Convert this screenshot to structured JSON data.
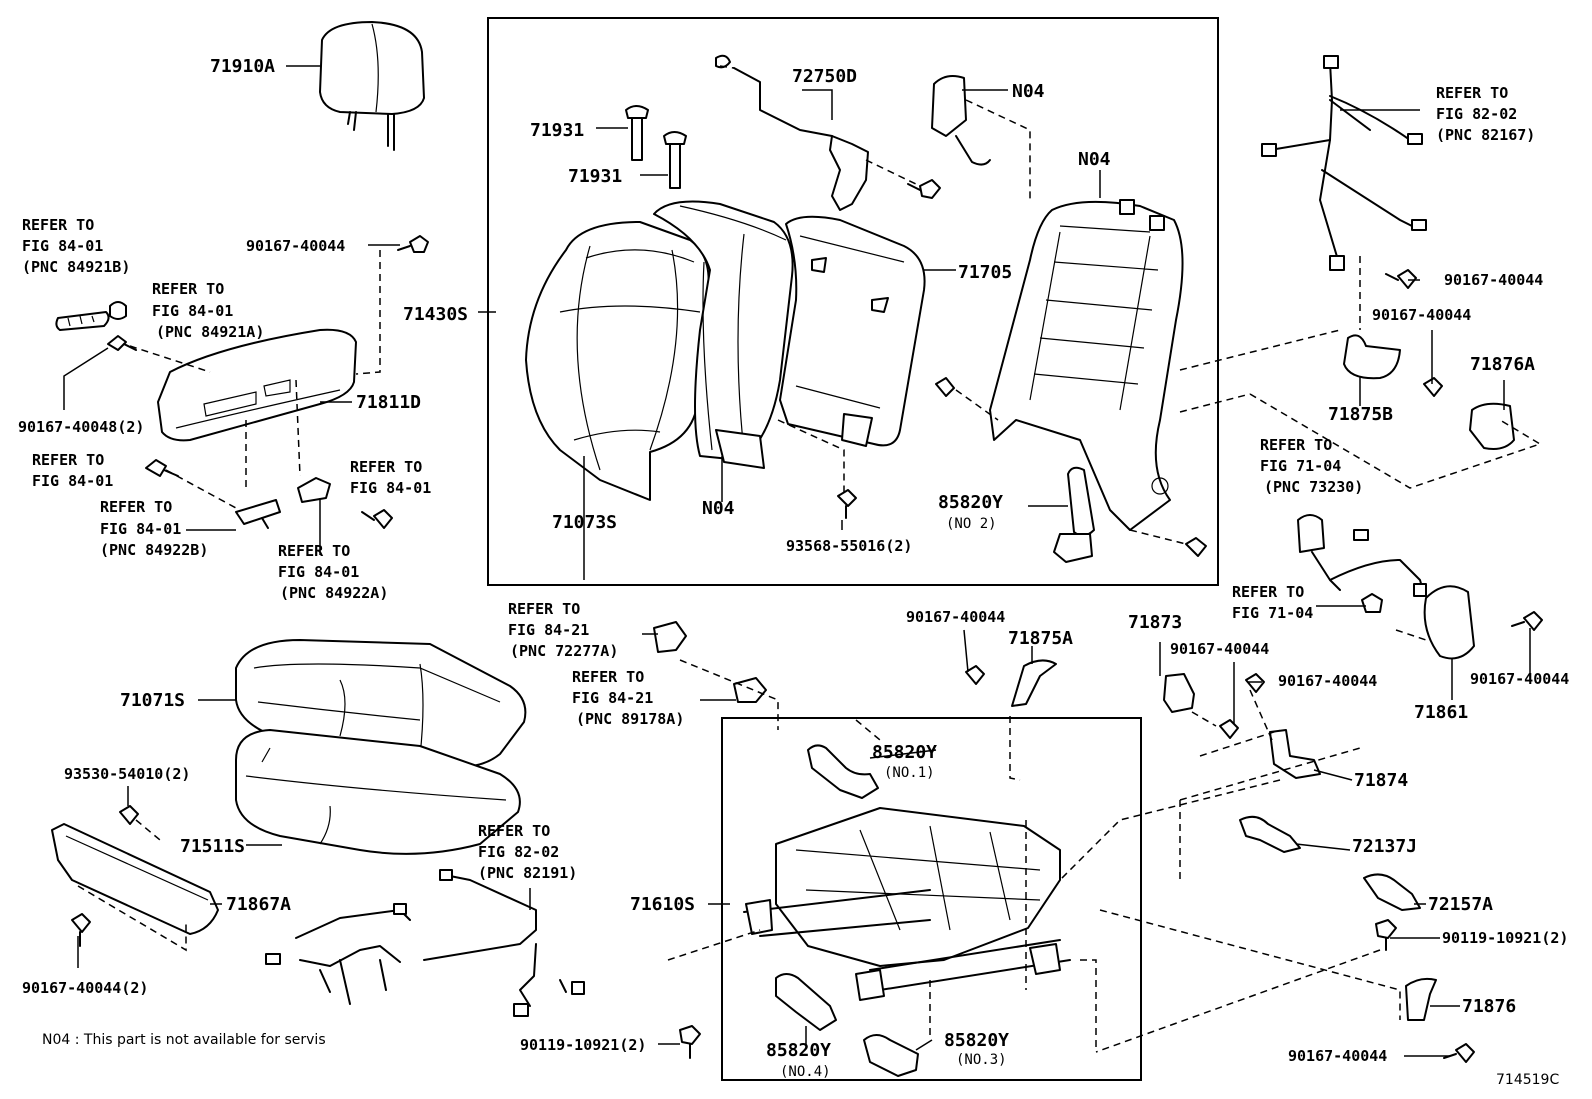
{
  "labels": {
    "p71910A": "71910A",
    "p71931a": "71931",
    "p71931b": "71931",
    "p72750D": "72750D",
    "n04a": "N04",
    "n04b": "N04",
    "n04c": "N04",
    "p71705": "71705",
    "p71430S": "71430S",
    "p71073S": "71073S",
    "p85820Y_2": "85820Y",
    "p85820Y_2_sub": "(NO 2)",
    "p93568": "93568-55016(2)",
    "ref_84921B_1": "REFER TO",
    "ref_84921B_2": "FIG 84-01",
    "ref_84921B_3": "(PNC 84921B)",
    "ref_84921A_1": "REFER TO",
    "ref_84921A_2": "FIG 84-01",
    "ref_84921A_3": "(PNC 84921A)",
    "b90167_40044_a": "90167-40044",
    "b90167_40048": "90167-40048(2)",
    "p71811D": "71811D",
    "ref_8401_a1": "REFER TO",
    "ref_8401_a2": "FIG 84-01",
    "ref_84922B_1": "REFER TO",
    "ref_84922B_2": "FIG 84-01",
    "ref_84922B_3": "(PNC 84922B)",
    "ref_8401_b1": "REFER TO",
    "ref_8401_b2": "FIG 84-01",
    "ref_84922A_1": "REFER TO",
    "ref_84922A_2": "FIG 84-01",
    "ref_84922A_3": "(PNC 84922A)",
    "ref_82167_1": "REFER TO",
    "ref_82167_2": "FIG 82-02",
    "ref_82167_3": "(PNC 82167)",
    "b90167_40044_b": "90167-40044",
    "b90167_40044_c": "90167-40044",
    "p71876A": "71876A",
    "p71875B": "71875B",
    "ref_73230_1": "REFER TO",
    "ref_73230_2": "FIG 71-04",
    "ref_73230_3": "(PNC 73230)",
    "ref_7104_1": "REFER TO",
    "ref_7104_2": "FIG 71-04",
    "b90167_40044_d": "90167-40044",
    "p71861": "71861",
    "p71873": "71873",
    "b90167_40044_e": "90167-40044",
    "b90167_40044_f": "90167-40044",
    "p71874": "71874",
    "p72137J": "72137J",
    "p72157A": "72157A",
    "b90119_10921_a": "90119-10921(2)",
    "p71876": "71876",
    "b90167_40044_g": "90167-40044",
    "ref_72277A_1": "REFER TO",
    "ref_72277A_2": "FIG 84-21",
    "ref_72277A_3": "(PNC 72277A)",
    "ref_89178A_1": "REFER TO",
    "ref_89178A_2": "FIG 84-21",
    "ref_89178A_3": "(PNC 89178A)",
    "b90167_40044_h": "90167-40044",
    "p71875A": "71875A",
    "p85820Y_1": "85820Y",
    "p85820Y_1_sub": "(NO.1)",
    "p71610S": "71610S",
    "p85820Y_4": "85820Y",
    "p85820Y_4_sub": "(NO.4)",
    "p85820Y_3": "85820Y",
    "p85820Y_3_sub": "(NO.3)",
    "b90119_10921_b": "90119-10921(2)",
    "p71071S": "71071S",
    "p71511S": "71511S",
    "b93530": "93530-54010(2)",
    "p71867A": "71867A",
    "b90167_40044_i": "90167-40044(2)",
    "ref_82191_1": "REFER TO",
    "ref_82191_2": "FIG 82-02",
    "ref_82191_3": "(PNC 82191)",
    "note": "N04 : This part is not available for servis",
    "code": "714519C"
  }
}
